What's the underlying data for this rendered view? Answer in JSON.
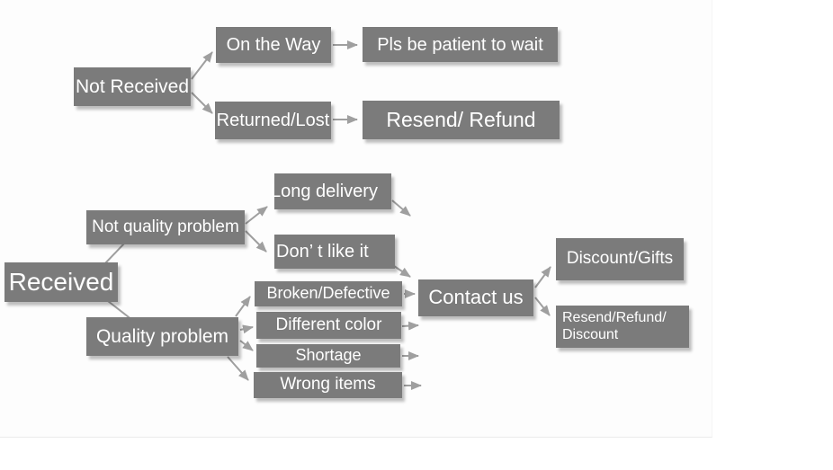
{
  "colors": {
    "background": "#ffffff",
    "node": "#7b7b7b",
    "node_text": "#ffffff",
    "arrow": "#9f9f9f"
  },
  "nodes": {
    "not_received": "Not Received",
    "on_the_way": "On the Way",
    "pls_be_patient": "Pls be patient to wait",
    "returned_lost": "Returned/Lost",
    "resend_refund": "Resend/ Refund",
    "received": "Received",
    "not_quality_problem": "Not quality problem",
    "long_delivery": "Long delivery",
    "dont_like_it": "Don’ t like it",
    "quality_problem": "Quality problem",
    "broken_defective": "Broken/Defective",
    "different_color": "Different color",
    "shortage": "Shortage",
    "wrong_items": "Wrong items",
    "contact_us": "Contact us",
    "discount_gifts": "Discount/Gifts",
    "resend_refund_discount": "Resend/Refund/ Discount"
  },
  "edges": [
    {
      "from": "not_received",
      "to": "on_the_way",
      "arrowhead": true
    },
    {
      "from": "not_received",
      "to": "returned_lost",
      "arrowhead": true
    },
    {
      "from": "on_the_way",
      "to": "pls_be_patient",
      "arrowhead": true
    },
    {
      "from": "returned_lost",
      "to": "resend_refund",
      "arrowhead": true
    },
    {
      "from": "received",
      "to": "not_quality_problem",
      "arrowhead": false
    },
    {
      "from": "received",
      "to": "quality_problem",
      "arrowhead": false
    },
    {
      "from": "not_quality_problem",
      "to": "long_delivery",
      "arrowhead": true
    },
    {
      "from": "not_quality_problem",
      "to": "dont_like_it",
      "arrowhead": true
    },
    {
      "from": "long_delivery",
      "to": "contact_us",
      "arrowhead": true
    },
    {
      "from": "dont_like_it",
      "to": "contact_us",
      "arrowhead": true
    },
    {
      "from": "quality_problem",
      "to": "broken_defective",
      "arrowhead": true
    },
    {
      "from": "quality_problem",
      "to": "different_color",
      "arrowhead": true
    },
    {
      "from": "quality_problem",
      "to": "shortage",
      "arrowhead": true
    },
    {
      "from": "quality_problem",
      "to": "wrong_items",
      "arrowhead": true
    },
    {
      "from": "broken_defective",
      "to": "contact_us",
      "arrowhead": true
    },
    {
      "from": "different_color",
      "to": "contact_us",
      "arrowhead": true
    },
    {
      "from": "shortage",
      "to": "contact_us",
      "arrowhead": true
    },
    {
      "from": "wrong_items",
      "to": "contact_us",
      "arrowhead": true
    },
    {
      "from": "contact_us",
      "to": "discount_gifts",
      "arrowhead": true
    },
    {
      "from": "contact_us",
      "to": "resend_refund_discount",
      "arrowhead": true
    }
  ]
}
